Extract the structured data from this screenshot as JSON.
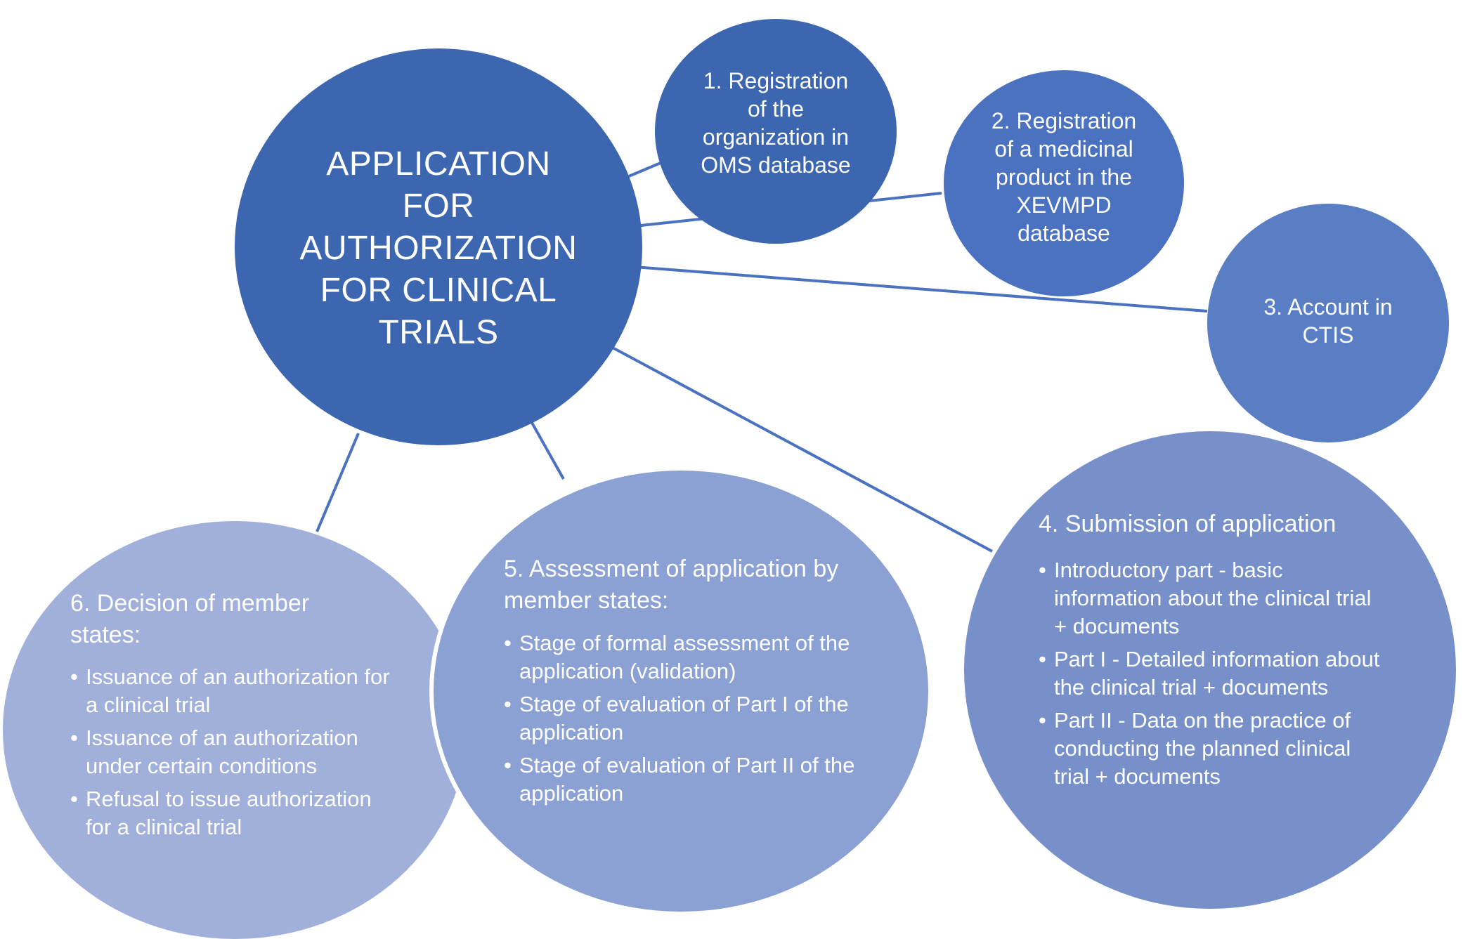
{
  "colors": {
    "main": "#3d66b1",
    "step1": "#3d66b1",
    "step2": "#4a72c0",
    "step3": "#5a7ec4",
    "step4": "#7790c9",
    "step5": "#8ba0d3",
    "step6": "#a0b0da",
    "connector": "#4a72c0"
  },
  "main": {
    "lines": [
      "APPLICATION",
      "FOR",
      "AUTHORIZATION",
      "FOR CLINICAL",
      "TRIALS"
    ]
  },
  "step1": {
    "lines": [
      "1. Registration",
      "of the",
      "organization in",
      "OMS database"
    ]
  },
  "step2": {
    "lines": [
      "2. Registration",
      "of a medicinal",
      "product in the",
      "XEVMPD",
      "database"
    ]
  },
  "step3": {
    "lines": [
      "3. Account in",
      "CTIS"
    ]
  },
  "step4": {
    "heading": "4. Submission of application",
    "bullets": [
      "Introductory part - basic information about the clinical trial + documents",
      "Part I - Detailed information about the clinical trial + documents",
      "Part II - Data on the practice of conducting the planned clinical trial + documents"
    ]
  },
  "step5": {
    "heading": "5. Assessment of application by member states:",
    "bullets": [
      "Stage of formal assessment of the application (validation)",
      "Stage of evaluation of Part I of the application",
      "Stage of evaluation of Part II of the application"
    ]
  },
  "step6": {
    "heading": "6. Decision of member states:",
    "bullets": [
      "Issuance of an authorization for a clinical trial",
      "Issuance of an authorization under certain conditions",
      "Refusal to issue authorization for a clinical trial"
    ]
  }
}
